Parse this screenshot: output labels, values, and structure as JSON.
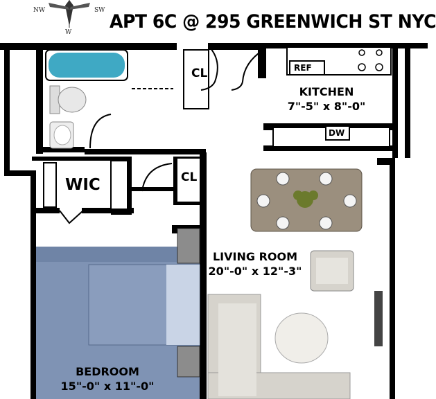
{
  "title": "APT 6C @ 295 GREENWICH ST  NYC",
  "compass": {
    "nw": "NW",
    "sw": "SW",
    "w": "W"
  },
  "rooms": {
    "kitchen": {
      "name": "KITCHEN",
      "dims": "7\"-5\" x 8\"-0\""
    },
    "living": {
      "name": "LIVING ROOM",
      "dims": "20\"-0\" x 12\"-3\""
    },
    "bedroom": {
      "name": "BEDROOM",
      "dims": "15\"-0\" x 11\"-0\""
    },
    "wic": "WIC",
    "closet_1": "CL",
    "closet_2": "CL"
  },
  "appliances": {
    "ref": "REF",
    "dw": "DW"
  },
  "colors": {
    "wall": "#000000",
    "tub": "#3fa9c4",
    "bed": "#7f93b4",
    "pillow": "#c9d4e6",
    "table": "#9b8f7e",
    "sofa": "#d6d3cc",
    "rug": "#f0eee9"
  },
  "icons": [
    "compass-rose-icon",
    "bathtub-icon",
    "toilet-icon",
    "sink-icon",
    "stove-icon",
    "plant-icon"
  ]
}
